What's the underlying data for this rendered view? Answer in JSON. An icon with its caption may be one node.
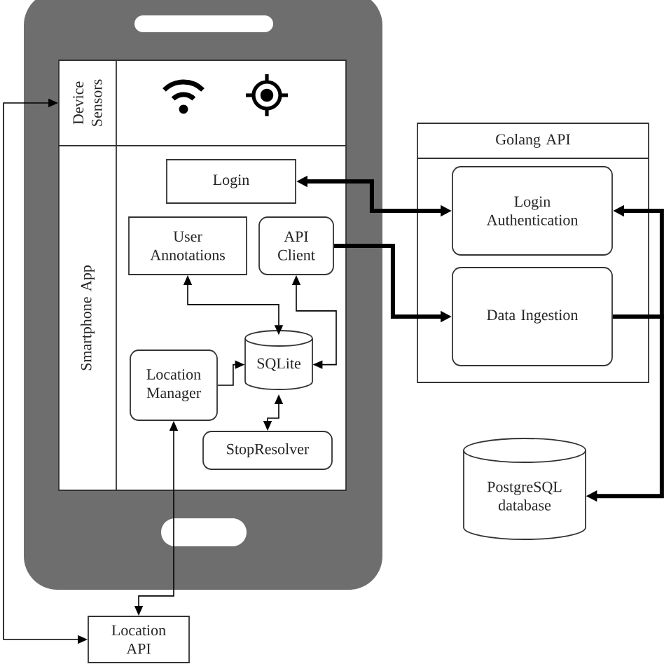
{
  "diagram": {
    "nodes": [
      {
        "text": [
          "Device Sensors"
        ]
      },
      {
        "text": [
          "Smartphone App"
        ]
      },
      {
        "text": [
          "Login"
        ],
        "in": 1
      },
      {
        "text": [
          "User Annotations"
        ],
        "in": 1
      },
      {
        "text": [
          "API Client"
        ],
        "in": 1
      },
      {
        "text": [
          "Location Manager"
        ],
        "in": 1
      },
      {
        "text": [
          "SQLite"
        ],
        "in": 1
      },
      {
        "text": [
          "StopResolver"
        ],
        "in": 1
      },
      {
        "text": [
          "Golang API"
        ]
      },
      {
        "text": [
          "Login Authentication"
        ],
        "in": 8
      },
      {
        "text": [
          "Data Ingestion"
        ],
        "in": 8
      },
      {
        "text": [
          "PostgreSQL database"
        ]
      },
      {
        "text": [
          "Location API"
        ]
      }
    ],
    "edges": [
      {
        "from": 12,
        "to": 0,
        "arrow": "both"
      },
      {
        "from": 5,
        "to": 12,
        "arrow": "both"
      },
      {
        "from": 2,
        "to": 9,
        "arrow": "both",
        "style": "thick"
      },
      {
        "from": 4,
        "to": 10,
        "arrow": "to",
        "style": "thick"
      },
      {
        "from": 10,
        "to": 9,
        "arrow": "to",
        "style": "thick"
      },
      {
        "from": 10,
        "to": 11,
        "arrow": "to",
        "style": "thick"
      },
      {
        "from": 3,
        "to": 6,
        "arrow": "both"
      },
      {
        "from": 4,
        "to": 6,
        "arrow": "both"
      },
      {
        "from": 5,
        "to": 6,
        "arrow": "to"
      },
      {
        "from": 6,
        "to": 7,
        "arrow": "both"
      }
    ]
  }
}
